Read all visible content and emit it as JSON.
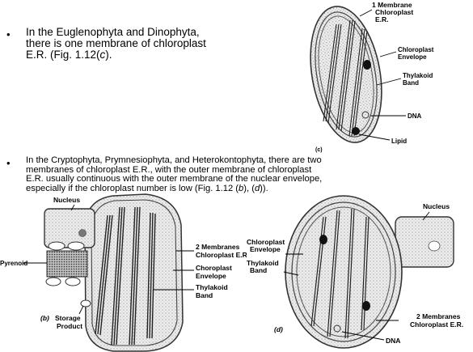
{
  "bullet1": {
    "line1": "In the Euglenophyta and Dinophyta,",
    "line2": "there is one membrane of chloroplast",
    "line3_pre": "E.R. (Fig. 1.12(",
    "line3_it": "c",
    "line3_post": ")."
  },
  "bullet2": {
    "line1": "In the Cryptophyta, Prymnesiophyta, and Heterokontophyta, there are two",
    "line2": "membranes of chloroplast E.R., with the outer membrane of chloroplast",
    "line3": "E.R. usually continuous with the outer membrane of the nuclear envelope,",
    "line4_pre": "especially if the chloroplast number is low (Fig. 1.12 (",
    "line4_b": "b",
    "line4_mid": "), (",
    "line4_d": "d",
    "line4_post": "))."
  },
  "bullet_symbol": "•",
  "figure_c": {
    "panel_label": "(c)",
    "label_1membrane_a": "1 Membrane",
    "label_1membrane_b": "Chloroplast",
    "label_1membrane_c": "E.R.",
    "label_envelope_a": "Chloroplast",
    "label_envelope_b": "Envelope",
    "label_thylakoid_a": "Thylakoid",
    "label_thylakoid_b": "Band",
    "label_dna": "DNA",
    "label_lipid": "Lipid"
  },
  "figure_b": {
    "panel_label": "(b)",
    "label_nucleus": "Nucleus",
    "label_pyrenoid": "Pyrenoid",
    "label_storage_a": "Storage",
    "label_storage_b": "Product",
    "label_2membranes_a": "2 Membranes",
    "label_2membranes_b": "Chloroplast E.R.",
    "label_envelope_a": "Choroplast",
    "label_envelope_b": "Envelope",
    "label_thylakoid_a": "Thylakoid",
    "label_thylakoid_b": "Band"
  },
  "figure_d": {
    "panel_label": "(d)",
    "label_envelope_a": "Chloroplast",
    "label_envelope_b": "Envelope",
    "label_thylakoid_a": "Thylakoid",
    "label_thylakoid_b": "Band",
    "label_nucleus": "Nucleus",
    "label_2membranes_a": "2 Membranes",
    "label_2membranes_b": "Chloroplast E.R.",
    "label_dna": "DNA"
  }
}
